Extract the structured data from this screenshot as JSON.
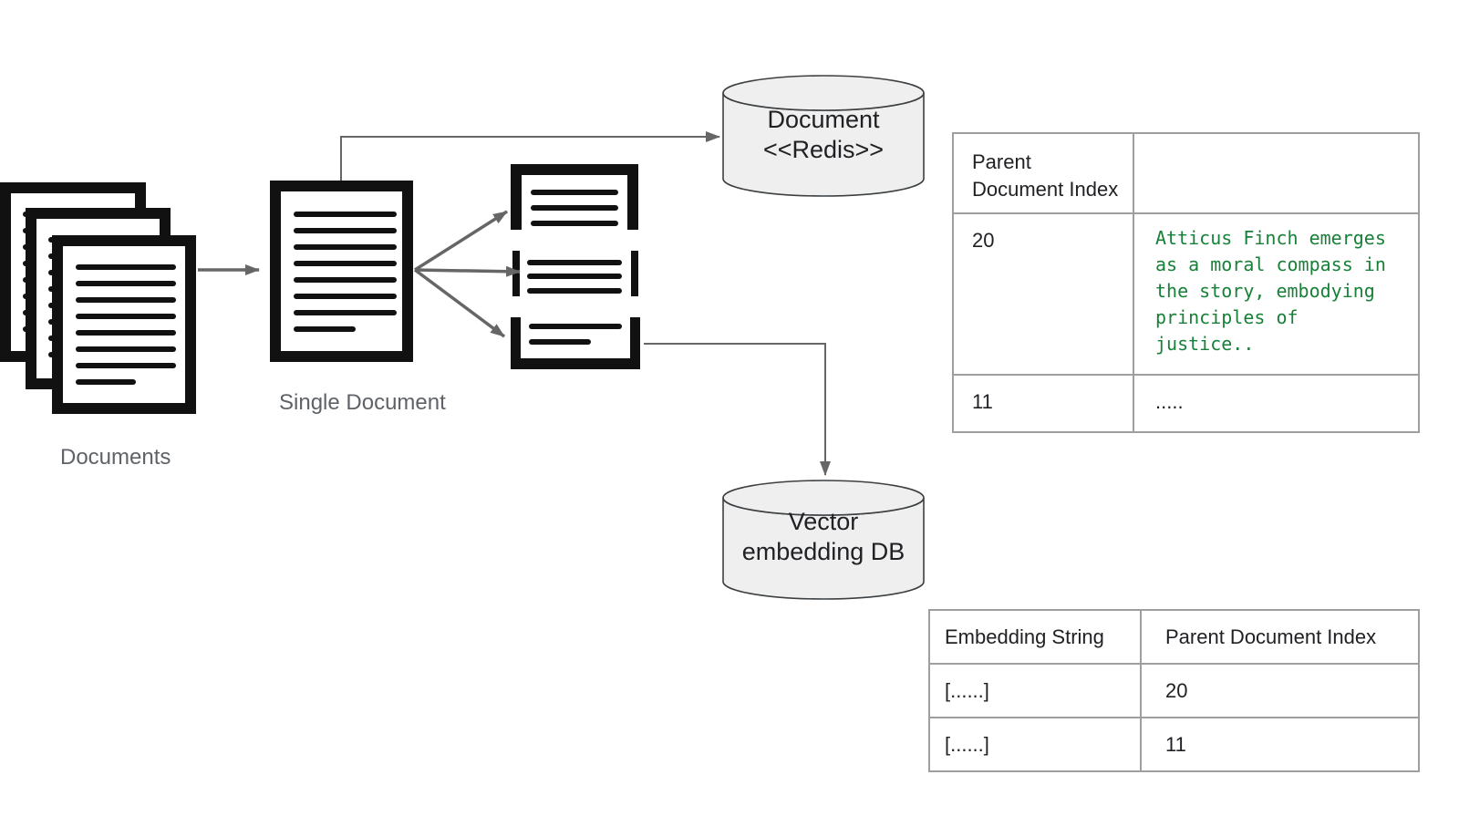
{
  "diagram": {
    "documents_label": "Documents",
    "single_document_label": "Single Document",
    "redis_db": {
      "line1": "Document",
      "line2": "<<Redis>>"
    },
    "vector_db": {
      "line1": "Vector",
      "line2": "embedding DB"
    }
  },
  "parent_table": {
    "header_col1": "Parent\nDocument Index",
    "header_col2": "",
    "rows": [
      {
        "index": "20",
        "content": "Atticus Finch emerges as a moral compass in the story, embodying principles of justice.."
      },
      {
        "index": "11",
        "content": "....."
      }
    ]
  },
  "embedding_table": {
    "headers": [
      "Embedding String",
      "Parent Document Index"
    ],
    "rows": [
      {
        "embedding": "[......]",
        "index": "20"
      },
      {
        "embedding": "[......]",
        "index": "11"
      }
    ]
  },
  "colors": {
    "accent_green_text": "#188038",
    "arrow_gray": "#666666",
    "cylinder_fill": "#efefef",
    "cylinder_stroke": "#3c4043",
    "table_border": "#9e9e9e",
    "label_gray": "#5f6368",
    "icon_black": "#111111"
  }
}
